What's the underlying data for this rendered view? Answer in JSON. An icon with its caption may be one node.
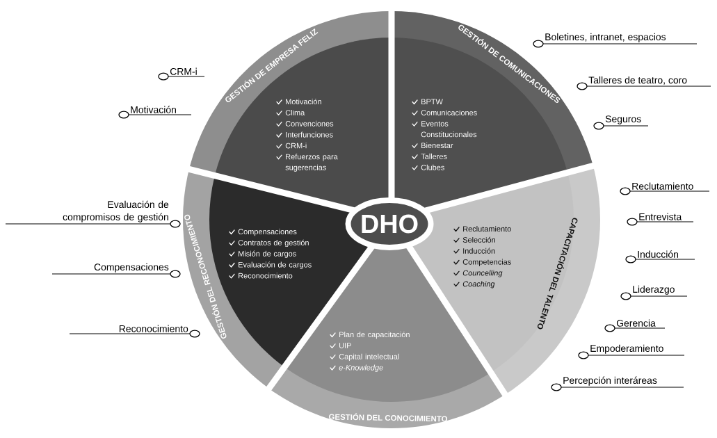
{
  "diagram": {
    "nodes": [
      {
        "text": [
          "DHO"
        ]
      },
      {
        "text": [
          "GESTIÓN DE EMPRESA FELIZ",
          "Motivación",
          "Clima",
          "Convenciones",
          "Interfunciones",
          "CRM-i",
          "Refuerzos para sugerencias"
        ]
      },
      {
        "text": [
          "GESTIÓN DE COMUNICACIONES",
          "BPTW",
          "Comunicaciones",
          "Eventos Constitucionales",
          "Bienestar",
          "Talleres",
          "Clubes"
        ]
      },
      {
        "text": [
          "GESTIÓN DEL RECONOCIMIENTO",
          "Compensaciones",
          "Contratos de gestión",
          "Misión de cargos",
          "Evaluación de cargos",
          "Reconocimiento"
        ]
      },
      {
        "text": [
          "CAPACITACIÓN DEL TALENTO",
          "Reclutamiento",
          "Selección",
          "Inducción",
          "Competencias",
          "*Councelling*",
          "*Coaching*"
        ]
      },
      {
        "text": [
          "Plan de capacitación",
          "UIP",
          "Capital intelectual",
          "*e-Knowledge*",
          "GESTIÓN DEL CONOCIMIENTO"
        ]
      }
    ],
    "labels": [
      "Boletines, intranet, espacios",
      "CRM-i",
      "Talleres de teatro, coro",
      "Motivación",
      "Seguros",
      "Reclutamiento",
      "Evaluación de compromisos de gestión",
      "Entrevista",
      "Compensaciones",
      "Inducción",
      "Liderazgo",
      "Gerencia",
      "Reconocimiento",
      "Empoderamiento",
      "Percepción interáreas"
    ]
  }
}
